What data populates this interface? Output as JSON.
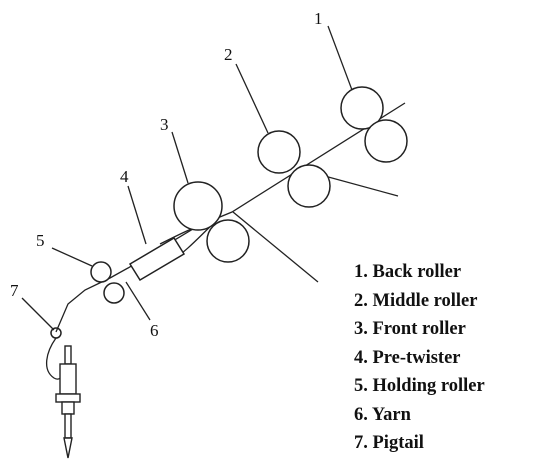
{
  "diagram": {
    "callouts": [
      "1",
      "2",
      "3",
      "4",
      "5",
      "6",
      "7"
    ]
  },
  "legend": {
    "items": [
      "1. Back roller",
      "2. Middle roller",
      "3. Front roller",
      "4. Pre-twister",
      "5. Holding roller",
      "6. Yarn",
      "7. Pigtail"
    ]
  }
}
